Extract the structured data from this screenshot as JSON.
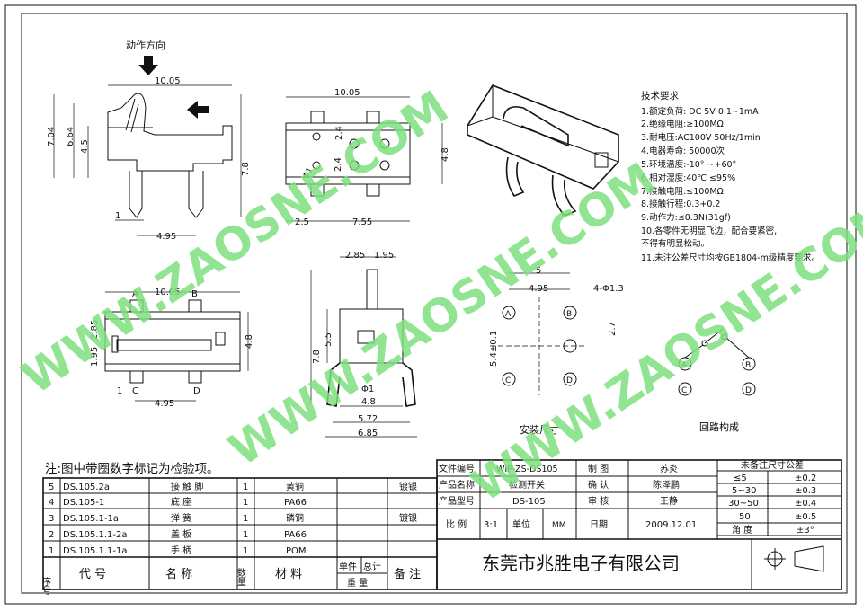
{
  "watermark": "WWW.ZAOSNE.COM",
  "direction_label": "动作方向",
  "side_view_dims": {
    "w": "10.05",
    "h1": "7.04",
    "h2": "6.64",
    "h3": "4.5",
    "h4": "7.8",
    "p1": "1",
    "p2": "4.95"
  },
  "top_view_dims": {
    "w": "10.05",
    "a": "2.4",
    "b": "2.4",
    "c": "4.8",
    "d": "2.5",
    "e": "7.55",
    "hole": "Φ1"
  },
  "bottom_view_dims": {
    "w": "10.05",
    "a": "2.85",
    "b": "1.95",
    "c": "4.8",
    "p1": "1",
    "p2": "4.95",
    "pin_a": "A",
    "pin_b": "B",
    "pin_c": "C",
    "pin_d": "D"
  },
  "end_view_dims": {
    "a": "2.85",
    "b": "1.95",
    "h1": "7.8",
    "h2": "5.5",
    "hole": "Φ1",
    "w1": "4.8",
    "w2": "5.72",
    "w3": "6.85"
  },
  "mount_dims": {
    "a": "5",
    "b": "4.95",
    "holes": "4-Φ1.3",
    "c": "5.4±0.1",
    "d": "2.7",
    "label": "安装尺寸"
  },
  "circuit": {
    "label": "回路构成",
    "nodes": [
      "A",
      "B",
      "C",
      "D"
    ]
  },
  "tech": {
    "title": "技术要求",
    "lines": [
      "1.额定负荷: DC 5V  0.1~1mA",
      "2.绝缘电阻:≥100MΩ",
      "3.耐电压:AC100V 50Hz/1min",
      "4.电器寿命: 50000次",
      "5.环境温度:-10° ~+60°",
      "6.相对湿度:40℃   ≤95%",
      "7.接触电阻:≤100MΩ",
      "8.接触行程:0.3+0.2",
      "9.动作力:≤0.3N(31gf)",
      "10.各零件无明显飞边，配合要紧密,",
      "   不得有明显松动。",
      "11.未注公差尺寸均按GB1804-m级精度要求。"
    ]
  },
  "note": "注:图中带圈数字标记为检验项。",
  "parts": [
    {
      "seq": "5",
      "code": "DS.105.2a",
      "name": "接 触 脚",
      "qty": "1",
      "mat": "黄铜",
      "remark": "镀银"
    },
    {
      "seq": "4",
      "code": "DS.105-1",
      "name": "底   座",
      "qty": "1",
      "mat": "PA66",
      "remark": ""
    },
    {
      "seq": "3",
      "code": "DS.105.1-1a",
      "name": "弹   簧",
      "qty": "1",
      "mat": "磷铜",
      "remark": "镀银"
    },
    {
      "seq": "2",
      "code": "DS.105.1.1-2a",
      "name": "盖   板",
      "qty": "1",
      "mat": "PA66",
      "remark": ""
    },
    {
      "seq": "1",
      "code": "DS.105.1.1-1a",
      "name": "手   柄",
      "qty": "1",
      "mat": "POM",
      "remark": ""
    }
  ],
  "parts_header": {
    "seq": "序号",
    "code": "代   号",
    "name": "名   称",
    "qty": "数量",
    "mat": "材  料",
    "unit": "单件",
    "total": "总计",
    "weight": "重  量",
    "remark": "备  注"
  },
  "title_block": {
    "doc_no_label": "文件编号",
    "doc_no": "WIP-ZS-DS105",
    "name_label": "产品名称",
    "name": "检测开关",
    "model_label": "产品型号",
    "model": "DS-105",
    "scale_label": "比  例",
    "scale": "3:1",
    "unit_label": "单位",
    "unit": "MM",
    "draw_label": "制  图",
    "draw": "苏炎",
    "confirm_label": "确  认",
    "confirm": "陈泽鹏",
    "review_label": "审  核",
    "review": "王静",
    "date_label": "日期",
    "date": "2009.12.01",
    "company": "东莞市兆胜电子有限公司"
  },
  "tolerance": {
    "title": "未备注尺寸公差",
    "rows": [
      [
        "≤5",
        "±0.2"
      ],
      [
        "5~30",
        "±0.3"
      ],
      [
        "30~50",
        "±0.4"
      ],
      [
        "50",
        "±0.5"
      ],
      [
        "角  度",
        "±3°"
      ]
    ]
  }
}
